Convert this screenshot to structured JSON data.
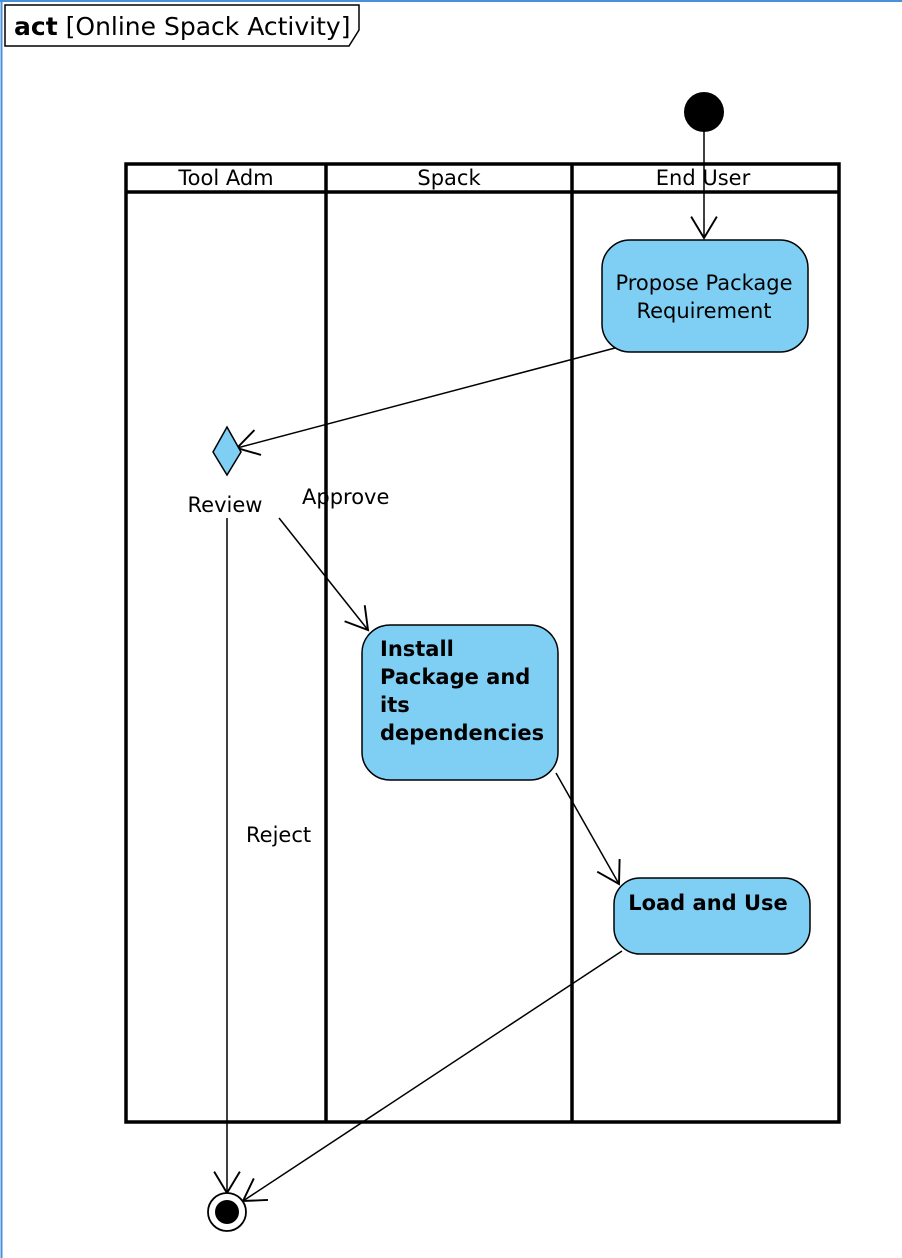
{
  "frame": {
    "keyword": "act",
    "title": "[Online Spack Activity]"
  },
  "lanes": [
    {
      "label": "Tool Adm"
    },
    {
      "label": "Spack"
    },
    {
      "label": "End User"
    }
  ],
  "nodes": {
    "propose": {
      "lines": [
        "Propose Package",
        "Requirement"
      ]
    },
    "review": {
      "label": "Review"
    },
    "install": {
      "lines": [
        "Install",
        "Package and",
        "its",
        "dependencies"
      ]
    },
    "load": {
      "lines": [
        "Load and Use"
      ]
    }
  },
  "guards": {
    "approve": "Approve",
    "reject": "Reject"
  },
  "colors": {
    "action_fill": "#7ecff3",
    "border": "#000000",
    "frame_edge": "#4a90d9"
  }
}
